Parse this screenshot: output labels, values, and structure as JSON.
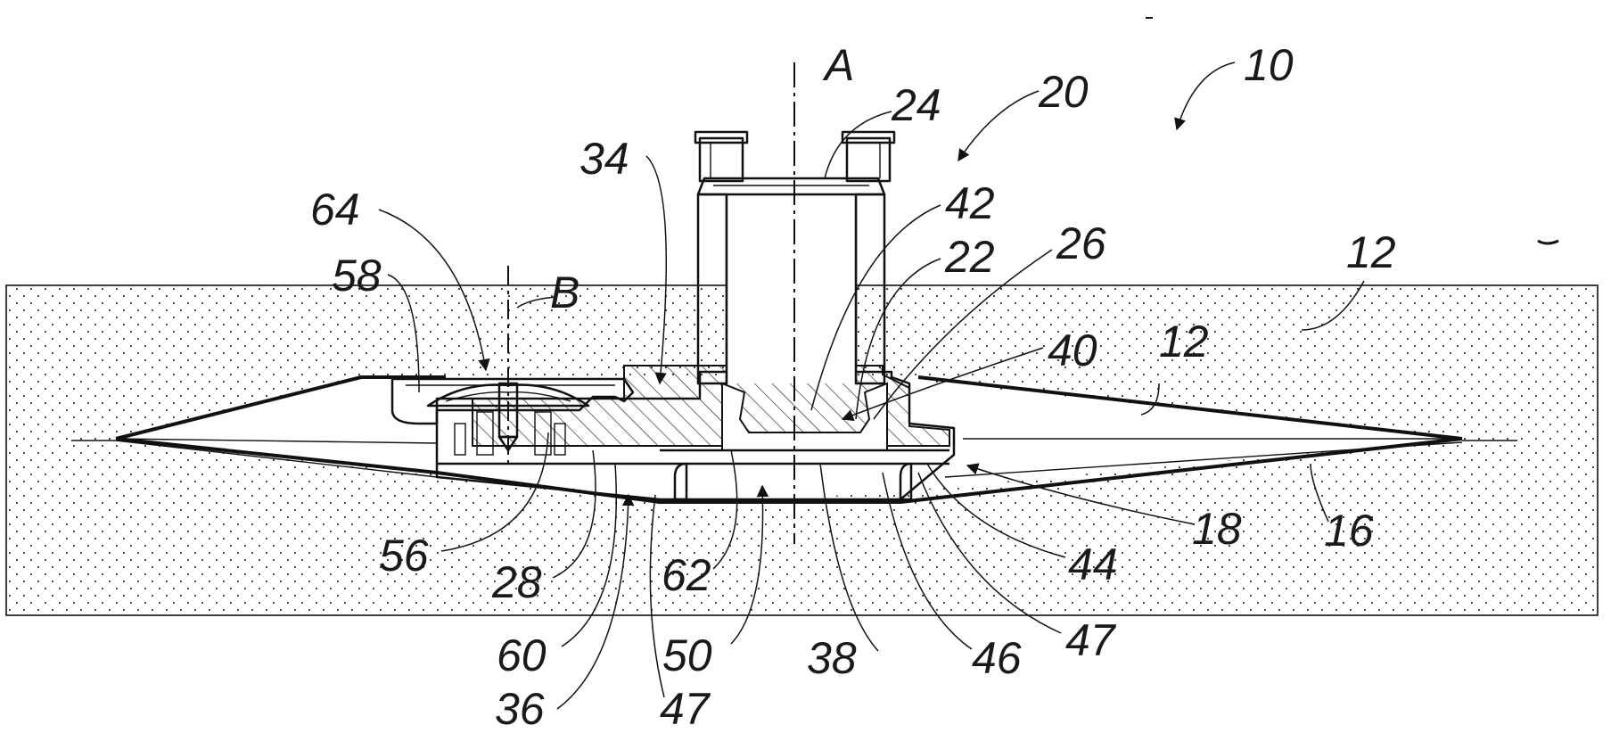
{
  "labels": {
    "l10": "10",
    "l20": "20",
    "lA": "A",
    "l24": "24",
    "l34": "34",
    "l42": "42",
    "l22": "22",
    "l26": "26",
    "l12a": "12",
    "l12b": "12",
    "l64": "64",
    "l58": "58",
    "lB": "B",
    "l40": "40",
    "l56": "56",
    "l28": "28",
    "l62": "62",
    "l18": "18",
    "l16": "16",
    "l44": "44",
    "l60": "60",
    "l50": "50",
    "l38": "38",
    "l46": "46",
    "l47a": "47",
    "l47b": "47",
    "l36": "36"
  },
  "colors": {
    "ink": "#111111",
    "paper": "#ffffff"
  }
}
